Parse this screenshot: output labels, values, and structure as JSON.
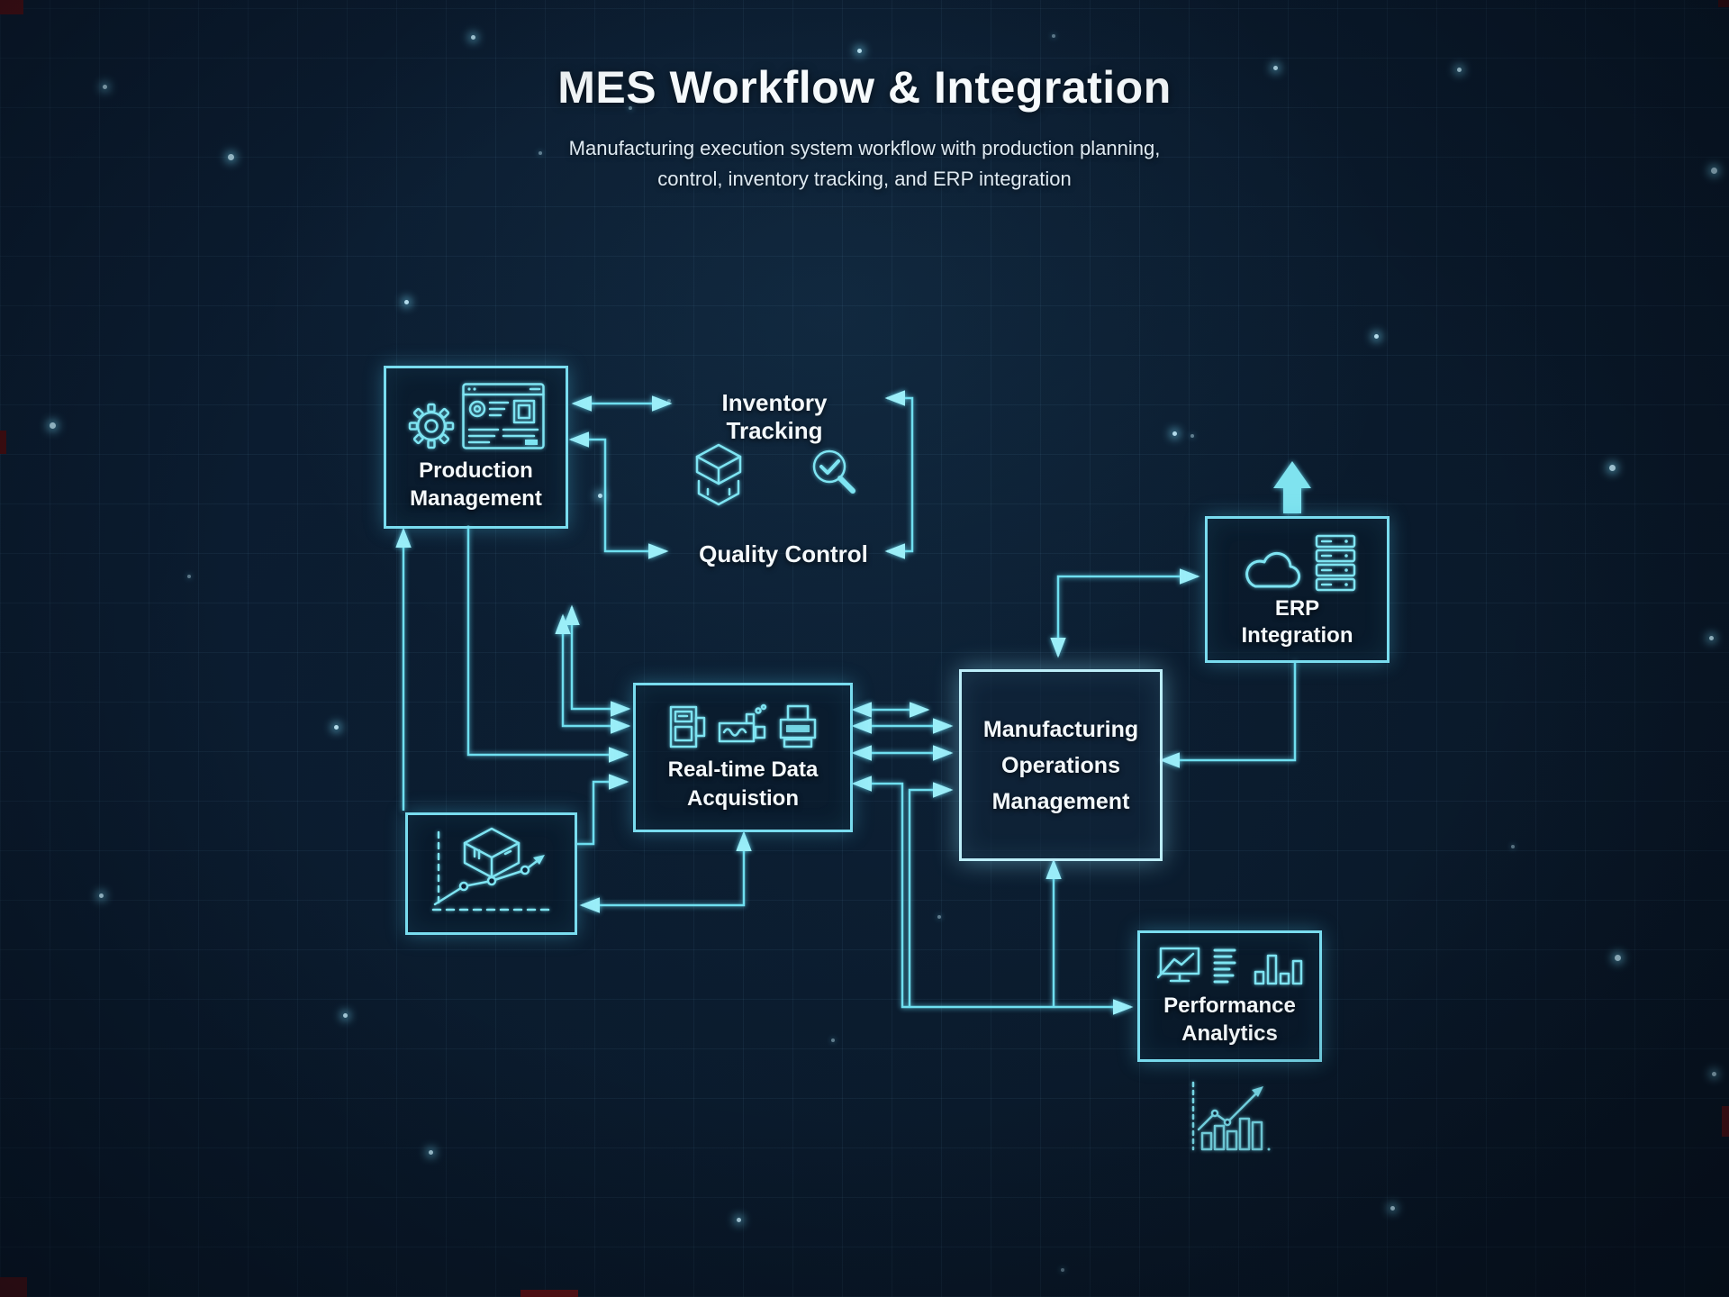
{
  "title": "MES Workflow & Integration",
  "subtitle": {
    "line1": "Manufacturing execution system workflow with production planning,",
    "line2": "control, inventory tracking, and ERP integration"
  },
  "nodes": {
    "production_management": {
      "line1": "Production",
      "line2": "Management"
    },
    "realtime_data": {
      "line1": "Real-time Data",
      "line2": "Acquistion"
    },
    "manufacturing_operations": {
      "line1": "Manufacturing",
      "line2": "Operations",
      "line3": "Management"
    },
    "erp_integration": {
      "line1": "ERP",
      "line2": "Integration"
    },
    "performance_analytics": {
      "line1": "Performance",
      "line2": "Analytics"
    },
    "planning_chart_box": {
      "label": ""
    }
  },
  "floating_labels": {
    "inventory_tracking": "Inventory Tracking",
    "quality_control": "Quality Control"
  },
  "connections": [
    {
      "from": "production_management",
      "to": "inventory_tracking",
      "style": "bidirectional"
    },
    {
      "from": "inventory_tracking",
      "to": "quality_control",
      "style": "bracket-left-arrows"
    },
    {
      "from": "production_management",
      "to": "quality_control",
      "style": "bidirectional-elbow"
    },
    {
      "from": "production_management",
      "to": "realtime_data",
      "style": "arrow"
    },
    {
      "from": "planning_chart_box",
      "to": "production_management",
      "style": "arrow-up"
    },
    {
      "from": "planning_chart_box",
      "to": "realtime_data",
      "style": "arrow"
    },
    {
      "from": "realtime_data",
      "to": "planning_chart_box",
      "style": "bidirectional-elbow"
    },
    {
      "from": "realtime_data",
      "to": "quality_control_area",
      "style": "bidirectional-up",
      "count": 2
    },
    {
      "from": "realtime_data",
      "to": "manufacturing_operations",
      "style": "bidirectional",
      "count": 3
    },
    {
      "from": "realtime_data",
      "to": "performance_analytics",
      "style": "bidirectional-elbow"
    },
    {
      "from": "performance_analytics_bus",
      "to": "manufacturing_operations",
      "style": "arrow",
      "count": 2
    },
    {
      "from": "manufacturing_operations",
      "to": "erp_integration",
      "style": "bidirectional-elbow"
    },
    {
      "from": "erp_integration",
      "to": "manufacturing_operations",
      "style": "arrow"
    }
  ],
  "colors": {
    "background": "#0a1a2c",
    "accent_line": "#6fdff0",
    "box_border": "#79dcef",
    "bright_border": "#bdeef9",
    "text": "#f4f9fc",
    "star": "#c6f0ff",
    "edge_artifact_red": "#5e1013"
  }
}
